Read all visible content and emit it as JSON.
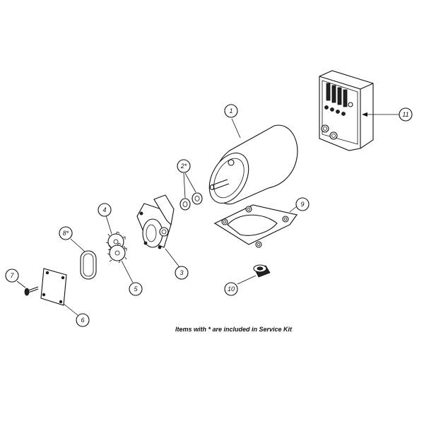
{
  "diagram": {
    "footnote": "Items with * are included in Service Kit",
    "callouts": [
      {
        "id": "c1",
        "label": "1"
      },
      {
        "id": "c2",
        "label": "2*"
      },
      {
        "id": "c3",
        "label": "3"
      },
      {
        "id": "c4",
        "label": "4"
      },
      {
        "id": "c5",
        "label": "5"
      },
      {
        "id": "c6",
        "label": "6"
      },
      {
        "id": "c7",
        "label": "7"
      },
      {
        "id": "c8",
        "label": "8*"
      },
      {
        "id": "c9",
        "label": "9"
      },
      {
        "id": "c10",
        "label": "10"
      },
      {
        "id": "c11",
        "label": "11"
      }
    ]
  }
}
